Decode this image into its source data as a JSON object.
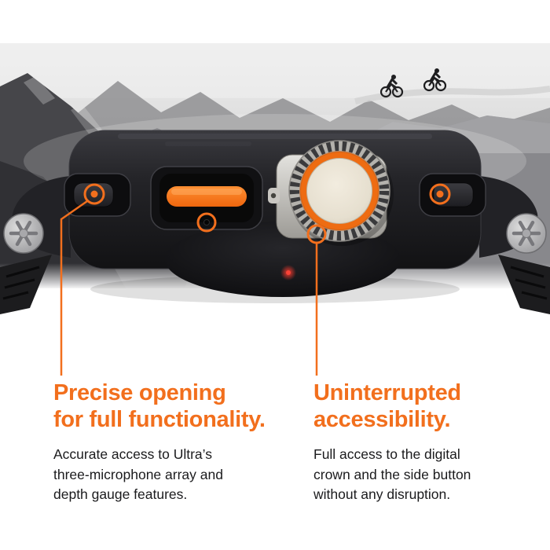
{
  "colors": {
    "accent": "#F26F1D",
    "heading_text": "#F26F1D",
    "body_text": "#1B1B1D",
    "background": "#FFFFFF",
    "case_color": "#1E1E21",
    "crown_ring": "#EE6C12"
  },
  "annotations": {
    "left": {
      "heading": "Precise opening\nfor full functionality.",
      "body": "Accurate access to Ultra’s\nthree-microphone array and\ndepth gauge features."
    },
    "right": {
      "heading": "Uninterrupted\naccessibility.",
      "body": "Full access to the digital\ncrown and the side button\nwithout any disruption."
    }
  },
  "markers": [
    {
      "name": "left-side-button-marker"
    },
    {
      "name": "microphone-opening-marker"
    },
    {
      "name": "digital-crown-marker"
    },
    {
      "name": "right-side-button-marker"
    }
  ]
}
